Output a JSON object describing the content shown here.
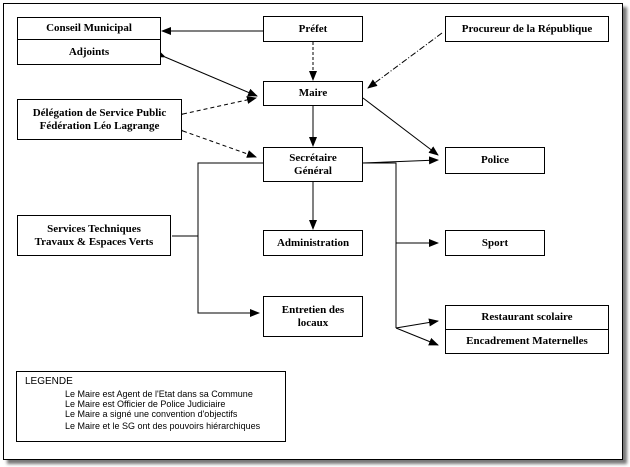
{
  "nodes": {
    "conseil": "Conseil Municipal",
    "adjoints": "Adjoints",
    "prefet": "Préfet",
    "procureur": "Procureur de la République",
    "maire": "Maire",
    "delegation_l1": "Délégation de Service Public",
    "delegation_l2": "Fédération Léo Lagrange",
    "secretaire_l1": "Secrétaire",
    "secretaire_l2": "Général",
    "police": "Police",
    "services_l1": "Services Techniques",
    "services_l2": "Travaux & Espaces Verts",
    "administration": "Administration",
    "sport": "Sport",
    "entretien_l1": "Entretien des",
    "entretien_l2": "locaux",
    "restaurant": "Restaurant scolaire",
    "encadrement": "Encadrement Maternelles"
  },
  "legend": {
    "title": "LEGENDE",
    "items": [
      "Le Maire est Agent de l'Etat dans sa Commune",
      "Le Maire est Officier de Police Judiciaire",
      "Le Maire a signé une convention d'objectifs",
      "Le Maire et le SG ont des pouvoirs hiérarchiques"
    ]
  }
}
